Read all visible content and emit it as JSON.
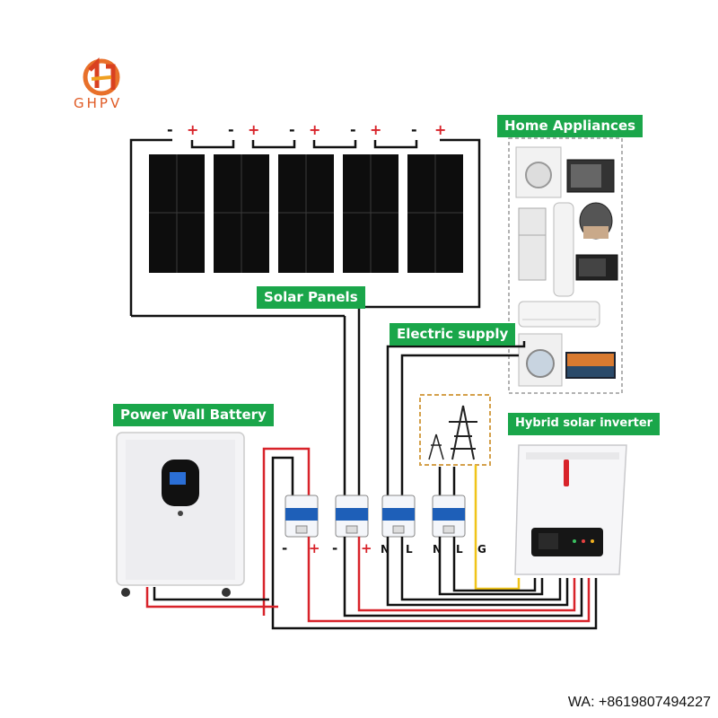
{
  "brand": {
    "name": "GHPV"
  },
  "labels": {
    "solar_panels": "Solar Panels",
    "home_appliances": "Home Appliances",
    "electric_supply": "Electric supply",
    "power_wall_battery": "Power Wall Battery",
    "hybrid_inverter": "Hybrid solar inverter"
  },
  "panel_terminals": [
    {
      "neg": "-",
      "pos": "+"
    },
    {
      "neg": "-",
      "pos": "+"
    },
    {
      "neg": "-",
      "pos": "+"
    },
    {
      "neg": "-",
      "pos": "+"
    },
    {
      "neg": "-",
      "pos": "+"
    }
  ],
  "breakers": [
    {
      "left": "-",
      "right": "+"
    },
    {
      "left": "-",
      "right": "+"
    },
    {
      "left": "N",
      "right": "L"
    },
    {
      "left": "N",
      "right": "L"
    }
  ],
  "ground": "G",
  "contact": "WA: +8619807494227",
  "colors": {
    "label_green": "#1aa64a",
    "positive_wire": "#d8232a",
    "negative_wire": "#111111",
    "ground_wire": "#f0c419",
    "logo": "#e05a24"
  }
}
